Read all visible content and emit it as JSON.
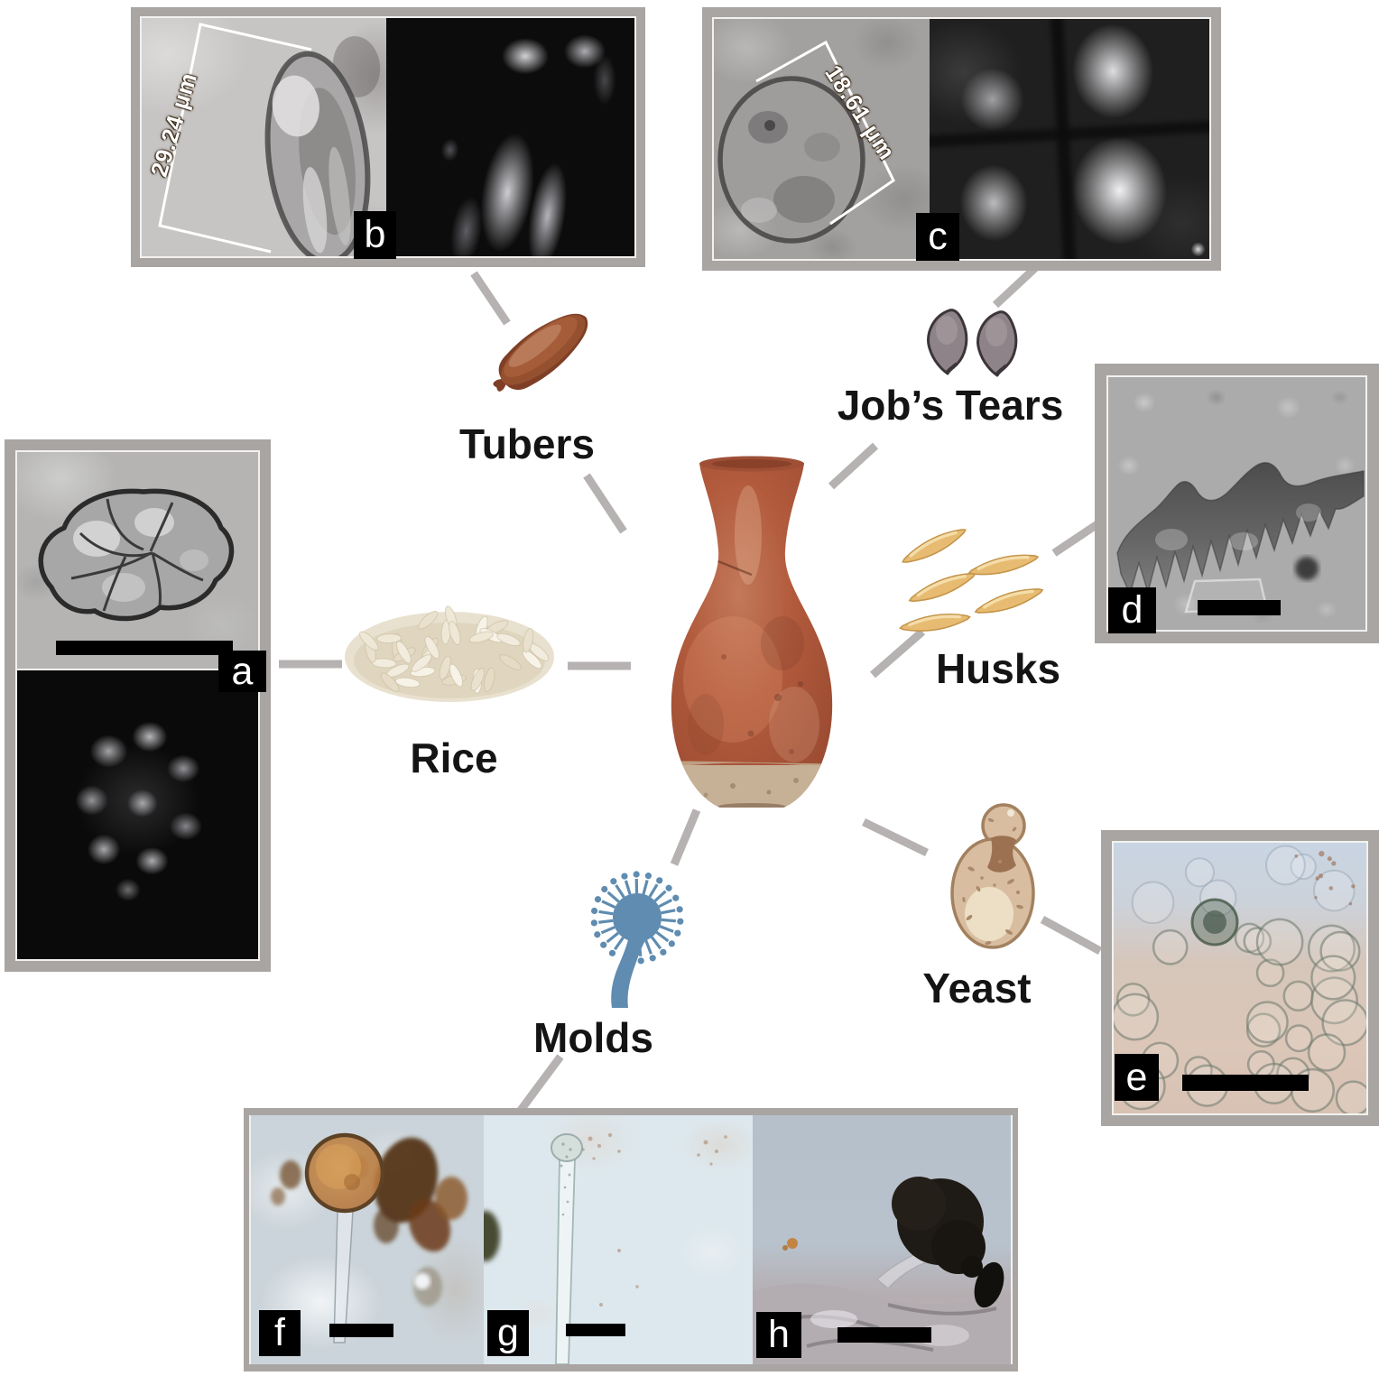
{
  "figure": {
    "categories": [
      {
        "id": "tubers",
        "label": "Tubers"
      },
      {
        "id": "jobs_tears",
        "label": "Job’s Tears"
      },
      {
        "id": "husks",
        "label": "Husks"
      },
      {
        "id": "rice",
        "label": "Rice"
      },
      {
        "id": "yeast",
        "label": "Yeast"
      },
      {
        "id": "molds",
        "label": "Molds"
      }
    ],
    "panels": [
      {
        "letter": "a"
      },
      {
        "letter": "b",
        "measurement": "29.24 μm"
      },
      {
        "letter": "c",
        "measurement": "18.61 μm"
      },
      {
        "letter": "d"
      },
      {
        "letter": "e"
      },
      {
        "letter": "f"
      },
      {
        "letter": "g"
      },
      {
        "letter": "h"
      }
    ],
    "colors": {
      "frame_gray": "#a9a5a3",
      "connector_gray": "#b5b2b1",
      "label_box": "#000000",
      "label_text": "#ffffff",
      "vessel_body": "#b35d40",
      "vessel_base_band": "#c7b196",
      "mold_icon_blue": "#5f8cb0",
      "husk_icon_gold": "#e7bc72",
      "tuber_icon_brown": "#94502f",
      "jobs_tears_gray": "#8e8388",
      "yeast_icon_tan": "#d8bda0",
      "rice_icon_cream": "#ece5d3"
    }
  }
}
